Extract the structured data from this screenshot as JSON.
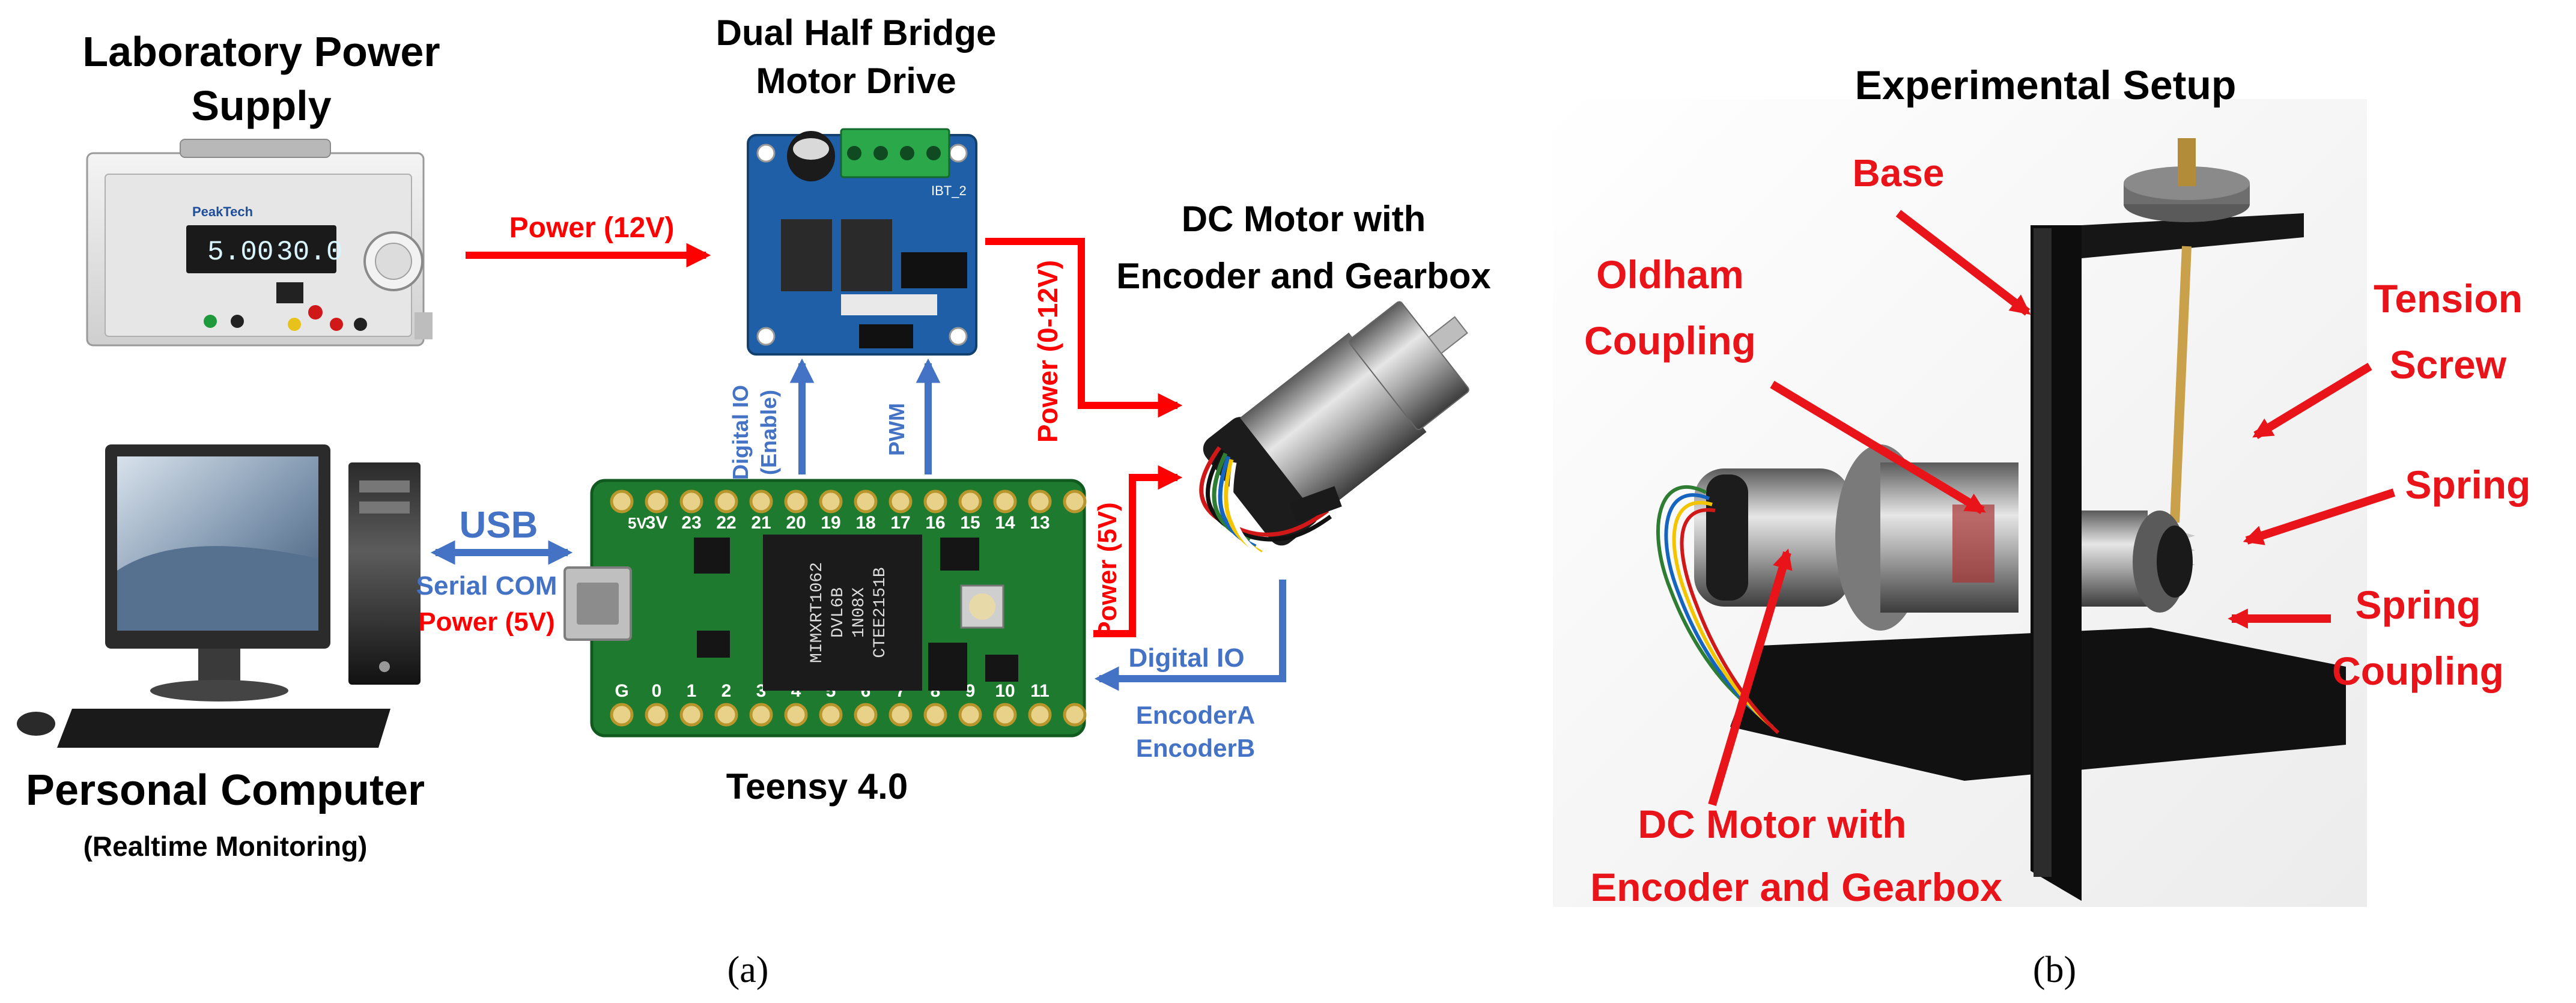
{
  "panel_a": {
    "labels": {
      "power_supply": [
        "Laboratory Power",
        "Supply"
      ],
      "motor_drive": [
        "Dual Half Bridge",
        "Motor Drive"
      ],
      "dc_motor": [
        "DC Motor with",
        "Encoder and Gearbox"
      ],
      "pc": "Personal Computer",
      "pc_sub": "(Realtime Monitoring)",
      "teensy": "Teensy 4.0"
    },
    "connections": {
      "power_12v": "Power (12V)",
      "power_0_12v": "Power (0-12V)",
      "power_5v_motor": "Power (5V)",
      "digital_io_enable": [
        "Digital IO",
        "(Enable)"
      ],
      "pwm": "PWM",
      "usb": "USB",
      "serial_com": "Serial COM",
      "power_5v_pc": "Power (5V)",
      "digital_io": "Digital IO",
      "encoder_a": "EncoderA",
      "encoder_b": "EncoderB"
    },
    "device_text": {
      "brand": "PeakTech",
      "display_v": "5.00",
      "display_a": "30.0",
      "chip_lines": [
        "MIMXRT1062",
        "DVL6B",
        "1N08X",
        "CTEE2151B"
      ],
      "driver_id": "IBT_2",
      "pin_top": [
        "3V",
        "23",
        "22",
        "21",
        "20",
        "19",
        "18",
        "17",
        "16",
        "15",
        "14",
        "13"
      ],
      "pin_bottom": [
        "G",
        "0",
        "1",
        "2",
        "3",
        "4",
        "5",
        "6",
        "7",
        "8",
        "9",
        "10",
        "11"
      ],
      "pin_side": "5V"
    },
    "caption": "(a)"
  },
  "panel_b": {
    "title": "Experimental Setup",
    "labels": {
      "base": "Base",
      "oldham": [
        "Oldham",
        "Coupling"
      ],
      "tension": [
        "Tension",
        "Screw"
      ],
      "spring": "Spring",
      "spring_coupling": [
        "Spring",
        "Coupling"
      ],
      "dc_motor": [
        "DC Motor with",
        "Encoder and Gearbox"
      ]
    },
    "caption": "(b)"
  },
  "colors": {
    "power": "#ff0000",
    "signal": "#4472c4",
    "text": "#000000",
    "pcb_green": "#1e7a2e",
    "pcb_blue": "#1f5fa8"
  }
}
